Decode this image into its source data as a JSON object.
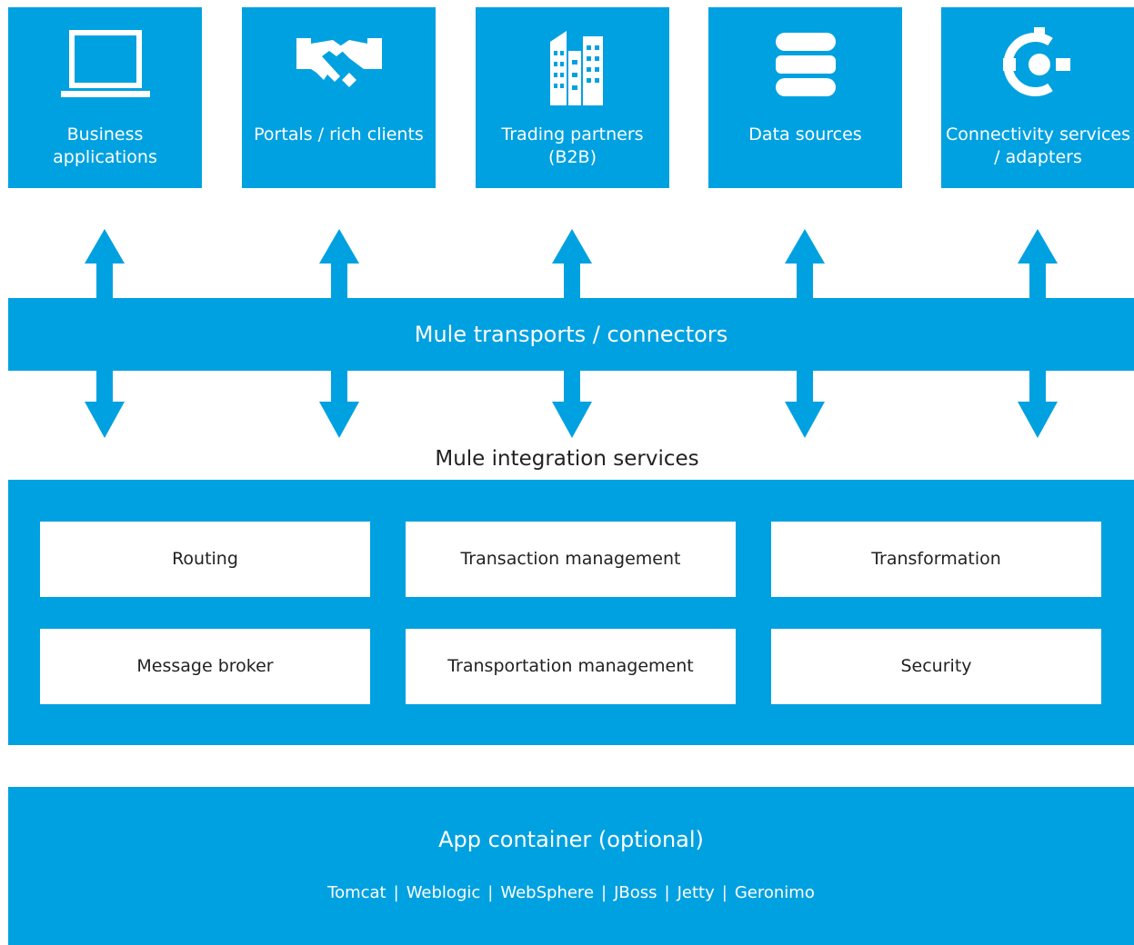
{
  "top_boxes": [
    {
      "label": "Business\napplications",
      "icon": "laptop-icon"
    },
    {
      "label": "Portals / rich clients",
      "icon": "handshake-icon"
    },
    {
      "label": "Trading partners\n(B2B)",
      "icon": "buildings-icon"
    },
    {
      "label": "Data sources",
      "icon": "database-icon"
    },
    {
      "label": "Connectivity services\n/ adapters",
      "icon": "connector-icon"
    }
  ],
  "transports": {
    "title": "Mule transports / connectors"
  },
  "integration": {
    "title": "Mule integration services",
    "services": [
      "Routing",
      "Transaction management",
      "Transformation",
      "Message broker",
      "Transportation management",
      "Security"
    ]
  },
  "container": {
    "title": "App container (optional)",
    "servers": [
      "Tomcat",
      "Weblogic",
      "WebSphere",
      "JBoss",
      "Jetty",
      "Geronimo"
    ]
  },
  "colors": {
    "accent": "#00a1e0",
    "panel_text": "#ffffff",
    "service_text": "#222222"
  }
}
